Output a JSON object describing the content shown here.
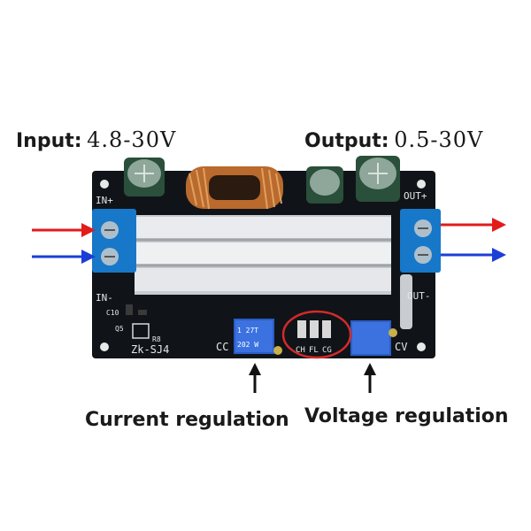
{
  "captions": {
    "input_label": "Input:",
    "input_value": "4.8-30V",
    "output_label": "Output:",
    "output_value": "0.5-30V",
    "current_regulation": "Current regulation",
    "voltage_regulation": "Voltage regulation"
  },
  "board_silkscreen": {
    "in_plus": "IN+",
    "in_minus": "IN-",
    "out_plus": "OUT+",
    "out_minus": "OUT-",
    "model": "Zk-SJ4",
    "cc": "CC",
    "cv": "CV",
    "leds": [
      "CH",
      "FL",
      "CG"
    ],
    "pot_left_code": "202 W",
    "pot_left_code2": "1 27T",
    "c10": "C10",
    "r8": "R8",
    "q5": "Q5"
  },
  "colors": {
    "pcb": "#101418",
    "input_positive_arrow": "#e21b1b",
    "input_negative_arrow": "#1c3ed8",
    "terminal_blue": "#1778c9",
    "highlight_circle": "#d42a2a"
  }
}
